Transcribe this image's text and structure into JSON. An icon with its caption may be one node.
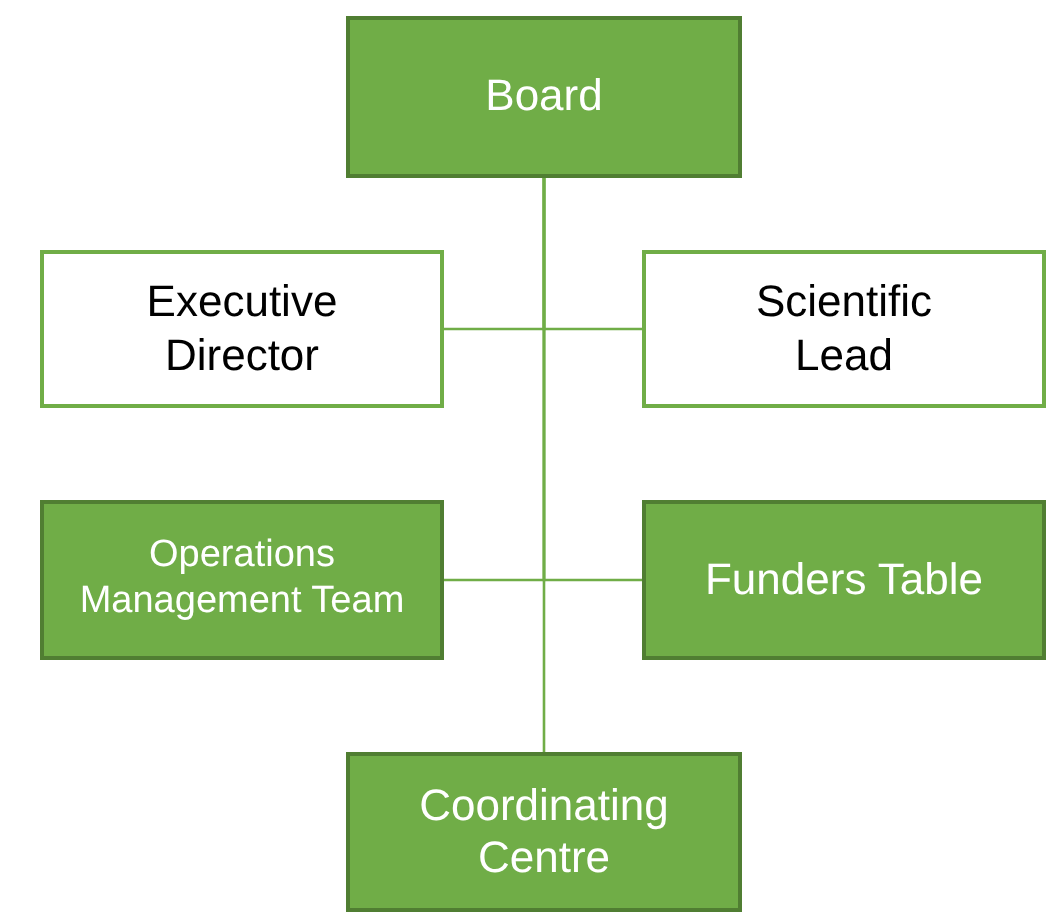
{
  "diagram": {
    "nodes": [
      {
        "text": [
          "Board"
        ]
      },
      {
        "text": [
          "Executive Director"
        ]
      },
      {
        "text": [
          "Scientific Lead"
        ]
      },
      {
        "text": [
          "Operations Management Team"
        ]
      },
      {
        "text": [
          "Funders Table"
        ]
      },
      {
        "text": [
          "Coordinating Centre"
        ]
      }
    ],
    "edges": [
      {
        "from": 0,
        "to": 1,
        "arrow": "none"
      },
      {
        "from": 0,
        "to": 2,
        "arrow": "none"
      },
      {
        "from": 0,
        "to": 3,
        "arrow": "none"
      },
      {
        "from": 0,
        "to": 4,
        "arrow": "none"
      },
      {
        "from": 0,
        "to": 5,
        "arrow": "none"
      }
    ]
  }
}
